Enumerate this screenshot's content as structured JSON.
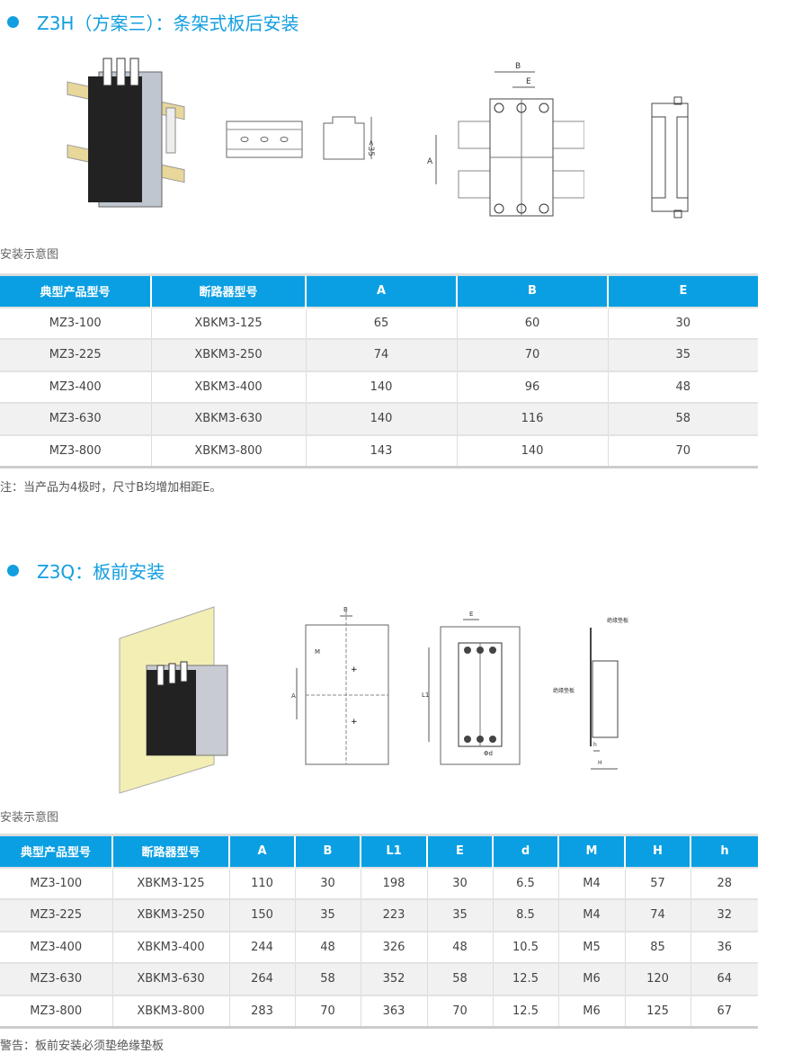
{
  "section1": {
    "title": "Z3H（方案三）：条架式板后安装",
    "caption": "安装示意图",
    "diagram_labels": {
      "b": "B",
      "e": "E",
      "a": "A",
      "rail_height": "<35"
    },
    "table": {
      "headers": [
        "典型产品型号",
        "断路器型号",
        "A",
        "B",
        "E"
      ],
      "rows": [
        [
          "MZ3-100",
          "XBKM3-125",
          "65",
          "60",
          "30"
        ],
        [
          "MZ3-225",
          "XBKM3-250",
          "74",
          "70",
          "35"
        ],
        [
          "MZ3-400",
          "XBKM3-400",
          "140",
          "96",
          "48"
        ],
        [
          "MZ3-630",
          "XBKM3-630",
          "140",
          "116",
          "58"
        ],
        [
          "MZ3-800",
          "XBKM3-800",
          "143",
          "140",
          "70"
        ]
      ]
    },
    "note": "注：当产品为4极时，尺寸B均增加相距E。"
  },
  "section2": {
    "title": "Z3Q：板前安装",
    "caption": "安装示意图",
    "diagram_labels": {
      "b": "B",
      "m": "M",
      "a": "A",
      "e": "E",
      "l1": "L1",
      "d": "Φd",
      "h": "h",
      "H": "H",
      "pad1": "绝缘垫板",
      "pad2": "绝缘垫板"
    },
    "table": {
      "headers": [
        "典型产品型号",
        "断路器型号",
        "A",
        "B",
        "L1",
        "E",
        "d",
        "M",
        "H",
        "h"
      ],
      "rows": [
        [
          "MZ3-100",
          "XBKM3-125",
          "110",
          "30",
          "198",
          "30",
          "6.5",
          "M4",
          "57",
          "28"
        ],
        [
          "MZ3-225",
          "XBKM3-250",
          "150",
          "35",
          "223",
          "35",
          "8.5",
          "M4",
          "74",
          "32"
        ],
        [
          "MZ3-400",
          "XBKM3-400",
          "244",
          "48",
          "326",
          "48",
          "10.5",
          "M5",
          "85",
          "36"
        ],
        [
          "MZ3-630",
          "XBKM3-630",
          "264",
          "58",
          "352",
          "58",
          "12.5",
          "M6",
          "120",
          "64"
        ],
        [
          "MZ3-800",
          "XBKM3-800",
          "283",
          "70",
          "363",
          "70",
          "12.5",
          "M6",
          "125",
          "67"
        ]
      ]
    },
    "note": "警告：板前安装必须垫绝缘垫板"
  }
}
